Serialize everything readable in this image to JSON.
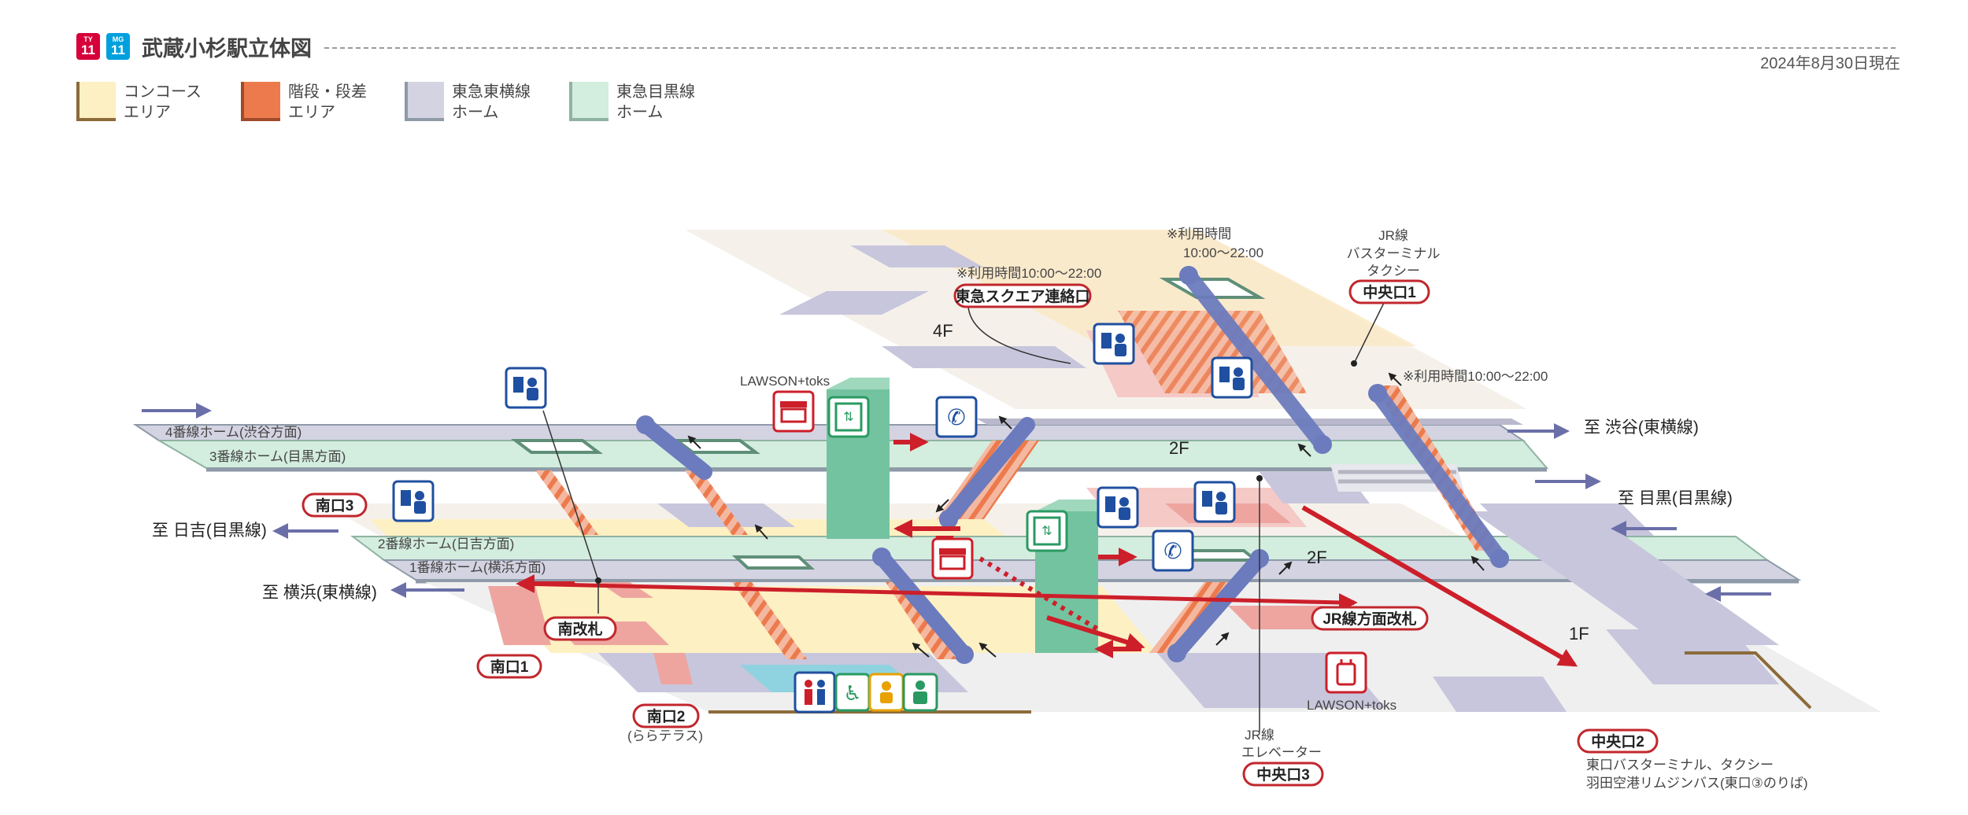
{
  "header": {
    "badges": [
      {
        "code": "TY",
        "number": "11",
        "color": "#d7003a"
      },
      {
        "code": "MG",
        "number": "11",
        "color": "#00a0de"
      }
    ],
    "title": "武蔵小杉駅立体図",
    "date": "2024年8月30日現在"
  },
  "legend": [
    {
      "label": "コンコース\nエリア",
      "fill": "#fdf0c2",
      "edge": "#8c6b3a"
    },
    {
      "label": "階段・段差\nエリア",
      "fill": "#ec7a4c",
      "edge": "#a04a2a"
    },
    {
      "label": "東急東横線\nホーム",
      "fill": "#d4d3e2",
      "edge": "#8f9aa8"
    },
    {
      "label": "東急目黒線\nホーム",
      "fill": "#d3eddf",
      "edge": "#8fb3a2"
    }
  ],
  "floors": {
    "f4": "4F",
    "f2a": "2F",
    "f2b": "2F",
    "f1": "1F"
  },
  "platforms": {
    "p4": "4番線ホーム(渋谷方面)",
    "p3": "3番線ホーム(目黒方面)",
    "p2": "2番線ホーム(日吉方面)",
    "p1": "1番線ホーム(横浜方面)"
  },
  "destinations": {
    "shibuya": "至 渋谷(東横線)",
    "meguro": "至 目黒(目黒線)",
    "hiyoshi": "至 日吉(目黒線)",
    "yokohama": "至 横浜(東横線)"
  },
  "exits": {
    "tokyu_square": "東急スクエア連絡口",
    "chuo1": "中央口1",
    "chuo2": "中央口2",
    "chuo3": "中央口3",
    "minami1": "南口1",
    "minami2": "南口2",
    "minami3": "南口3",
    "minami_gate": "南改札",
    "jr_gate": "JR線方面改札"
  },
  "notes": {
    "hours_square": "※利用時間10:00〜22:00",
    "hours_top_1": "※利用時間",
    "hours_top_2": "10:00〜22:00",
    "hours_chuo1": "※利用時間10:00〜22:00",
    "jr_line": "JR線",
    "bus_terminal": "バスターミナル",
    "taxi": "タクシー",
    "lawson_top": "LAWSON+toks",
    "lawson_bottom": "LAWSON+toks",
    "jr_elev_1": "JR線",
    "jr_elev_2": "エレベーター",
    "lalaterrace": "(ららテラス)",
    "chuo2_desc_1": "東口バスターミナル、タクシー",
    "chuo2_desc_2": "羽田空港リムジンバス(東口③のりば)"
  },
  "icons": [
    "ticket-machine-icon",
    "ticket-machine-icon",
    "ticket-machine-icon",
    "ticket-machine-icon",
    "ticket-machine-icon",
    "ticket-machine-icon",
    "elevator-icon",
    "elevator-icon",
    "phone-icon",
    "phone-icon",
    "shop-icon",
    "shop-icon",
    "locker-icon",
    "restroom-icon",
    "wheelchair-icon",
    "baby-icon",
    "multipurpose-toilet-icon"
  ],
  "colors": {
    "concourse": "#fdf0c2",
    "stairs": "#ec7a4c",
    "toyoko": "#d4d3e2",
    "meguro": "#d3eddf",
    "walkway": "#c8c6dc",
    "escalator": "#6b7bbd",
    "route_arrow": "#cc1f2a",
    "elevator": "#74c3a0",
    "exit_border": "#c1272d",
    "service_blue": "#1f4fa0"
  }
}
